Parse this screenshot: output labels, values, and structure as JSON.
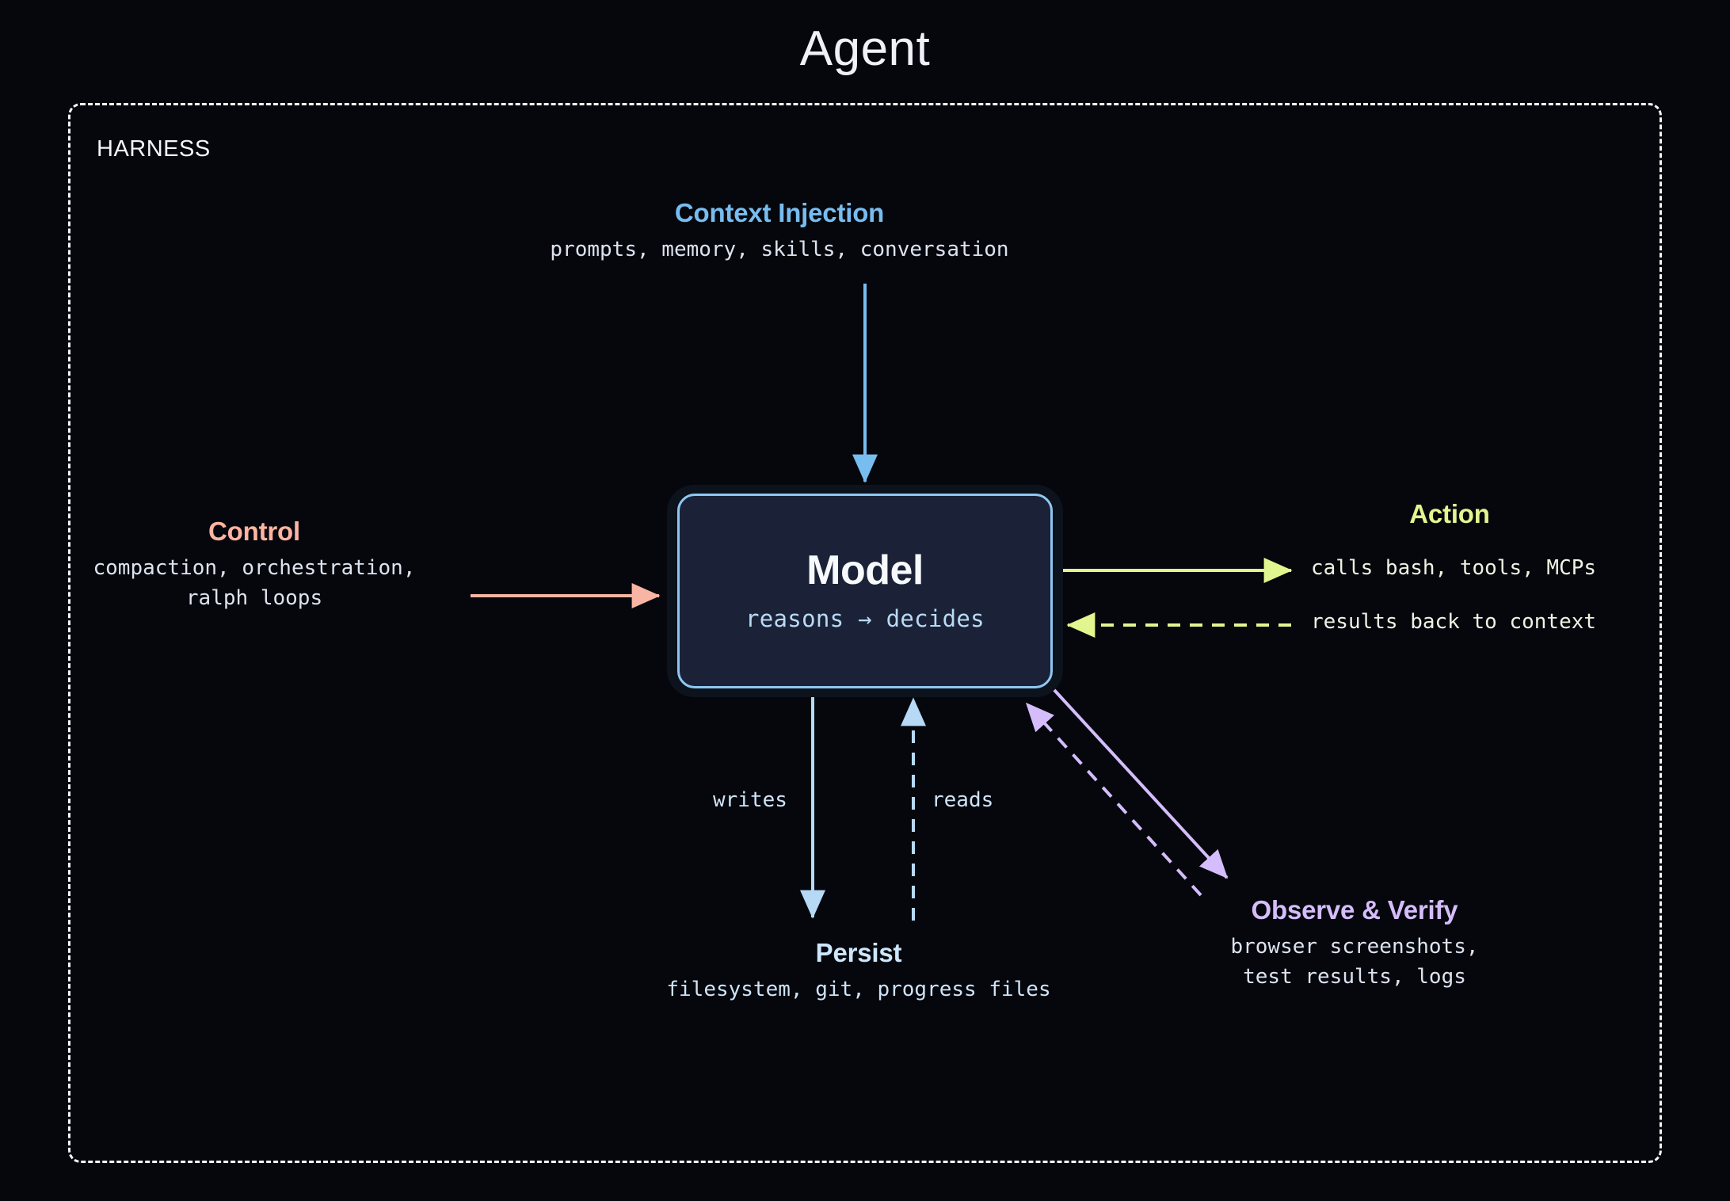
{
  "page": {
    "title": "Agent",
    "background_color": "#05070d"
  },
  "harness": {
    "label": "HARNESS",
    "border_color": "#f2f4f8",
    "border_style": "dashed"
  },
  "model": {
    "title": "Model",
    "subtitle": "reasons → decides",
    "border_color": "#8ec8f2",
    "fill_color": "#1b2237"
  },
  "nodes": {
    "context_injection": {
      "title": "Context Injection",
      "desc": "prompts, memory, skills, conversation",
      "color": "#77bdf0"
    },
    "control": {
      "title": "Control",
      "desc": "compaction, orchestration,\nralph loops",
      "color": "#ffb4a2"
    },
    "action": {
      "title": "Action",
      "call_label": "calls bash, tools, MCPs",
      "result_label": "results back to context",
      "color": "#e2f68f"
    },
    "persist": {
      "title": "Persist",
      "desc": "filesystem, git, progress files",
      "color": "#cde6fb"
    },
    "observe_verify": {
      "title": "Observe & Verify",
      "desc": "browser screenshots,\ntest results, logs",
      "color": "#d5bdfb"
    }
  },
  "edges": {
    "writes": "writes",
    "reads": "reads"
  }
}
